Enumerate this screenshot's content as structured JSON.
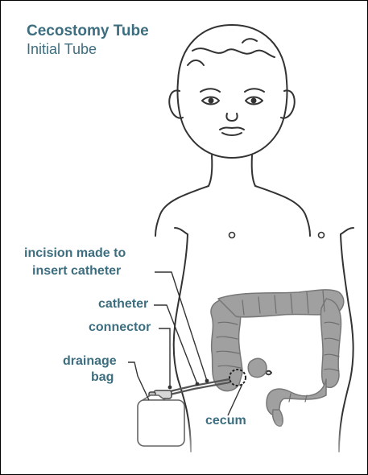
{
  "header": {
    "title": "Cecostomy Tube",
    "subtitle": "Initial Tube"
  },
  "labels": {
    "incision_line1": "incision made to",
    "incision_line2": "insert catheter",
    "catheter": "catheter",
    "connector": "connector",
    "drainage_line1": "drainage",
    "drainage_line2": "bag",
    "cecum": "cecum"
  },
  "colors": {
    "label_text": "#3d6e80",
    "line_art": "#333333",
    "colon_fill": "#9a9a9a",
    "colon_outline": "#777777"
  }
}
